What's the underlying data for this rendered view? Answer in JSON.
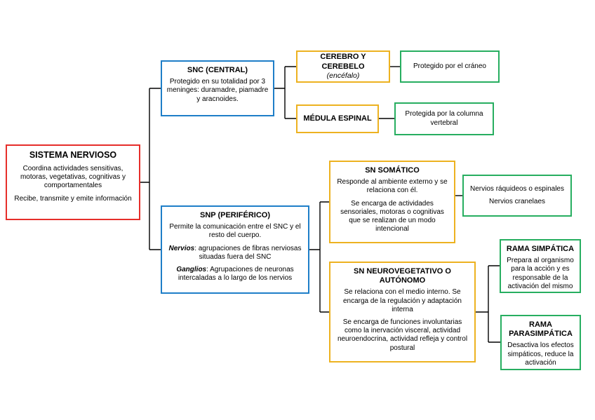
{
  "diagram": {
    "colors": {
      "red": "#e62e2a",
      "blue": "#1e7ec8",
      "yellow": "#edb220",
      "green": "#27ae60",
      "line": "#000000"
    },
    "root": {
      "title": "SISTEMA NERVIOSO",
      "body1": "Coordina actividades sensitivas, motoras, vegetativas, cognitivas y comportamentales",
      "body2": "Recibe, transmite y emite información"
    },
    "snc": {
      "title": "SNC (CENTRAL)",
      "body": "Protegido en su totalidad por 3 meninges: duramadre, piamadre y aracnoides."
    },
    "cerebro": {
      "title": "CEREBRO Y CEREBELO",
      "subtitle": "(encéfalo)"
    },
    "craneo": {
      "body": "Protegido por el cráneo"
    },
    "medula": {
      "title": "MÉDULA ESPINAL"
    },
    "columna": {
      "body": "Protegida por la columna vertebral"
    },
    "snp": {
      "title": "SNP (PERIFÉRICO)",
      "body1": "Permite la comunicación entre el SNC y el resto del cuerpo.",
      "term1": "Nervios",
      "body2": ": agrupaciones de fibras nerviosas situadas fuera del SNC",
      "term2": "Ganglios",
      "body3": ": Agrupaciones de neuronas intercaladas a lo largo de los nervios"
    },
    "somatico": {
      "title": "SN SOMÁTICO",
      "body1": "Responde al ambiente externo y se relaciona con él.",
      "body2": "Se encarga de actividades sensoriales, motoras o cognitivas que se realizan de un modo intencional"
    },
    "nervios": {
      "line1": "Nervios ráquideos o espinales",
      "line2": "Nervios cranelaes"
    },
    "autonomo": {
      "title": "SN NEUROVEGETATIVO O AUTÓNOMO",
      "body1": "Se relaciona con el medio interno. Se encarga de la regulación y adaptación interna",
      "body2": "Se encarga de funciones involuntarias como la inervación visceral, actividad neuroendocrina, actividad refleja y control postural"
    },
    "simpatica": {
      "title": "RAMA SIMPÁTICA",
      "body": "Prepara al organismo para la acción y es responsable de la activación del mismo"
    },
    "parasimpatica": {
      "title": "RAMA PARASIMPÁTICA",
      "body": "Desactiva los efectos simpáticos, reduce la activación"
    }
  }
}
